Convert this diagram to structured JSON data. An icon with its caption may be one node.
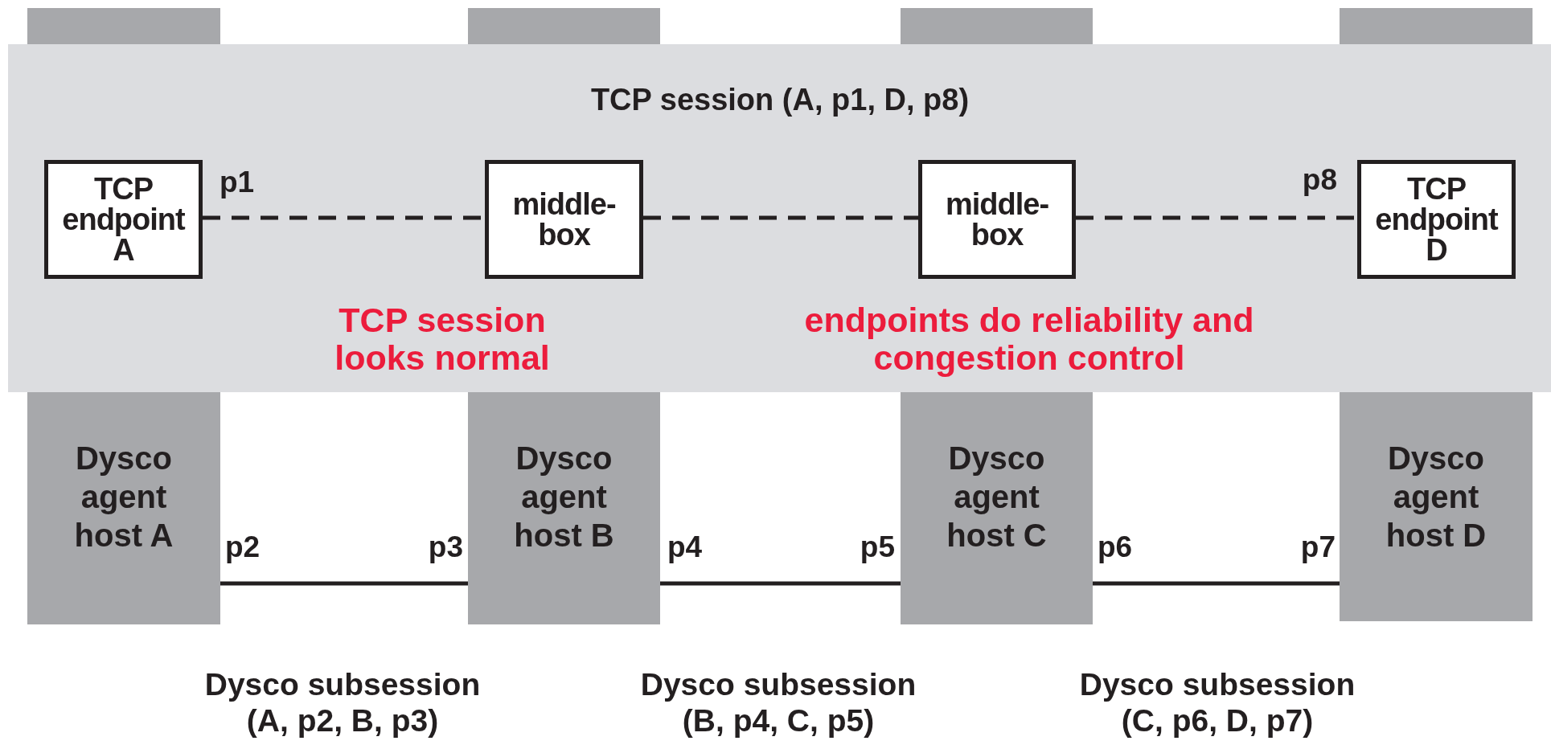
{
  "diagram": {
    "nodes": [
      {
        "text": [
          "TCP session (A, p1, D, p8)",
          "TCP session looks normal",
          "endpoints do reliability and congestion control"
        ]
      },
      {
        "text": [
          "TCP endpoint A"
        ],
        "in": 0
      },
      {
        "text": [
          "middle-box"
        ],
        "in": 0
      },
      {
        "text": [
          "middle-box"
        ],
        "in": 0
      },
      {
        "text": [
          "TCP endpoint D"
        ],
        "in": 0
      },
      {
        "text": [
          "Dysco agent host A"
        ]
      },
      {
        "text": [
          "Dysco agent host B"
        ]
      },
      {
        "text": [
          "Dysco agent host C"
        ]
      },
      {
        "text": [
          "Dysco agent host D"
        ]
      },
      {
        "text": [],
        "shape": "bar"
      },
      {
        "text": [],
        "shape": "bar"
      },
      {
        "text": [],
        "shape": "bar"
      },
      {
        "text": [],
        "shape": "bar"
      }
    ],
    "edges": [
      {
        "from": 1,
        "to": 2,
        "arrow": "none",
        "style": "dashed"
      },
      {
        "from": 2,
        "to": 3,
        "arrow": "none",
        "style": "dashed"
      },
      {
        "from": 3,
        "to": 4,
        "arrow": "none",
        "style": "dashed"
      },
      {
        "from": 5,
        "to": 6,
        "arrow": "none"
      },
      {
        "from": 6,
        "to": 7,
        "arrow": "none"
      },
      {
        "from": 7,
        "to": 8,
        "arrow": "none"
      }
    ],
    "labels": [
      "p1",
      "p8",
      "p2",
      "p3",
      "p4",
      "p5",
      "p6",
      "p7",
      "Dysco subsession (A, p2, B, p3)",
      "Dysco subsession (B, p4, C, p5)",
      "Dysco subsession (C, p6, D, p7)"
    ]
  }
}
